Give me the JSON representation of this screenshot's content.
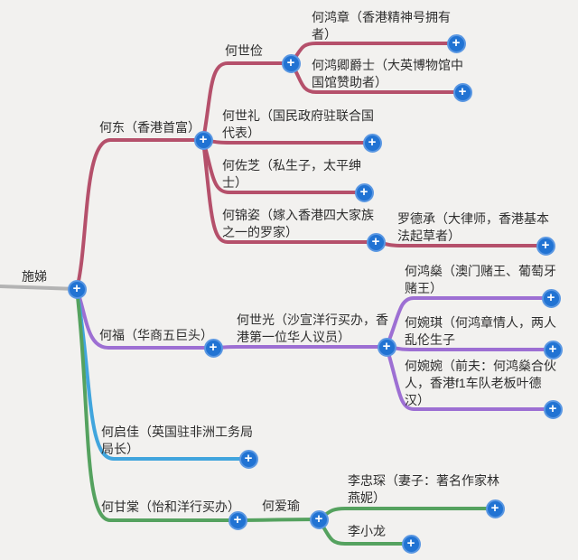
{
  "ui": {
    "expand_glyph": "+"
  },
  "colors": {
    "branch_he_dong": "#b5506b",
    "branch_he_fu": "#9d6fd3",
    "branch_he_qi_jia": "#41a5dd",
    "branch_he_gan_tang": "#55a25f",
    "root_connector": "#b3b3b3",
    "node_button_fill": "#2173d3",
    "node_button_ring": "#5a97e2",
    "background": "#f2f1ef",
    "text": "#2d2d2d"
  },
  "mindmap": {
    "root": "施娣",
    "branches": [
      {
        "label": "何东（香港首富）",
        "color": "#b5506b",
        "children": [
          {
            "label": "何世俭",
            "children": [
              {
                "label": "何鸿章（香港精神号拥有者）"
              },
              {
                "label": "何鸿卿爵士（大英博物馆中国馆赞助者）"
              }
            ]
          },
          {
            "label": "何世礼（国民政府驻联合国代表）"
          },
          {
            "label": "何佐芝（私生子，太平绅士）"
          },
          {
            "label": "何锦姿（嫁入香港四大家族之一的罗家）",
            "children": [
              {
                "label": "罗德承（大律师，香港基本法起草者）"
              }
            ]
          }
        ]
      },
      {
        "label": "何福（华商五巨头）",
        "color": "#9d6fd3",
        "children": [
          {
            "label": "何世光（沙宣洋行买办，香港第一位华人议员）",
            "children": [
              {
                "label": "何鸿燊（澳门赌王、葡萄牙赌王）"
              },
              {
                "label": "何婉琪（何鸿章情人，两人乱伦生子"
              },
              {
                "label": "何婉婉（前夫：何鸿燊合伙人，香港f1车队老板叶德汉）"
              }
            ]
          }
        ]
      },
      {
        "label": "何启佳（英国驻非洲工务局局长）",
        "color": "#41a5dd",
        "children": []
      },
      {
        "label": "何甘棠（怡和洋行买办）",
        "color": "#55a25f",
        "children": [
          {
            "label": "何爱瑜",
            "children": [
              {
                "label": "李忠琛（妻子：著名作家林燕妮）"
              },
              {
                "label": "李小龙"
              }
            ]
          }
        ]
      }
    ]
  }
}
